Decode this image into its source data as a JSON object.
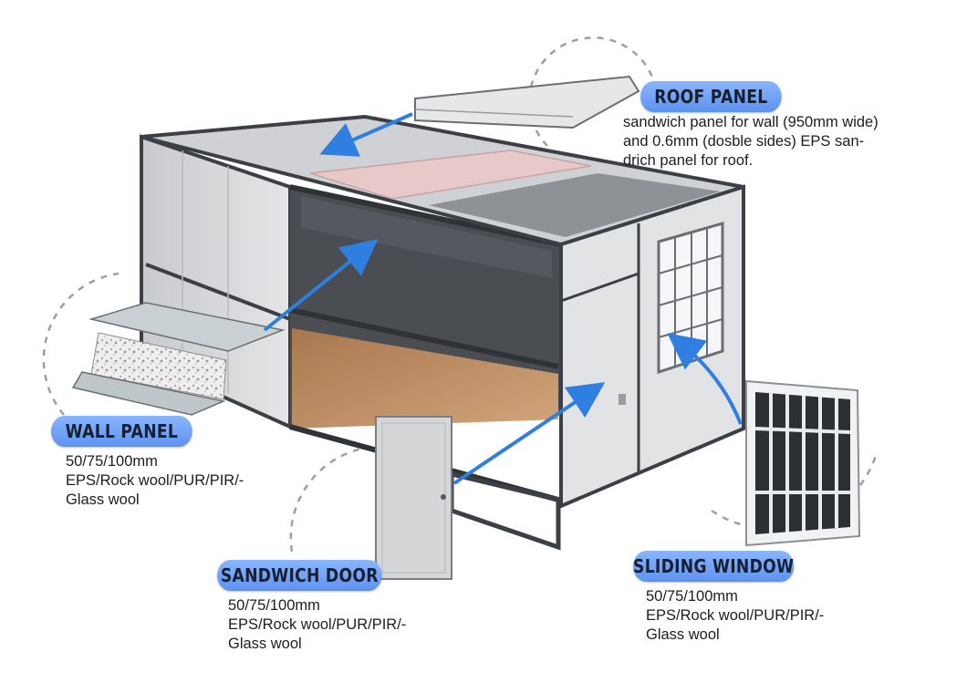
{
  "roof_panel": {
    "title": "ROOF PANEL",
    "lines": [
      "sandwich panel for wall (950mm wide)",
      "and 0.6mm (dosble sides) EPS san-",
      "drich panel for roof."
    ]
  },
  "wall_panel": {
    "title": "WALL PANEL",
    "lines": [
      "50/75/100mm",
      "EPS/Rock wool/PUR/PIR/-",
      "Glass wool"
    ]
  },
  "sandwich_door": {
    "title": "SANDWICH DOOR",
    "lines": [
      "50/75/100mm",
      "EPS/Rock wool/PUR/PIR/-",
      "Glass wool"
    ]
  },
  "sliding_window": {
    "title": "SLIDING WINDOW",
    "lines": [
      "50/75/100mm",
      "EPS/Rock wool/PUR/PIR/-",
      "Glass wool"
    ]
  },
  "colors": {
    "label_pill": "#6fa3f7",
    "arrow": "#2f7fe0",
    "frame": "#3c3f45",
    "panel": "#d9dadc",
    "floor": "#b98a60",
    "insulation": "#e8c9c9"
  }
}
